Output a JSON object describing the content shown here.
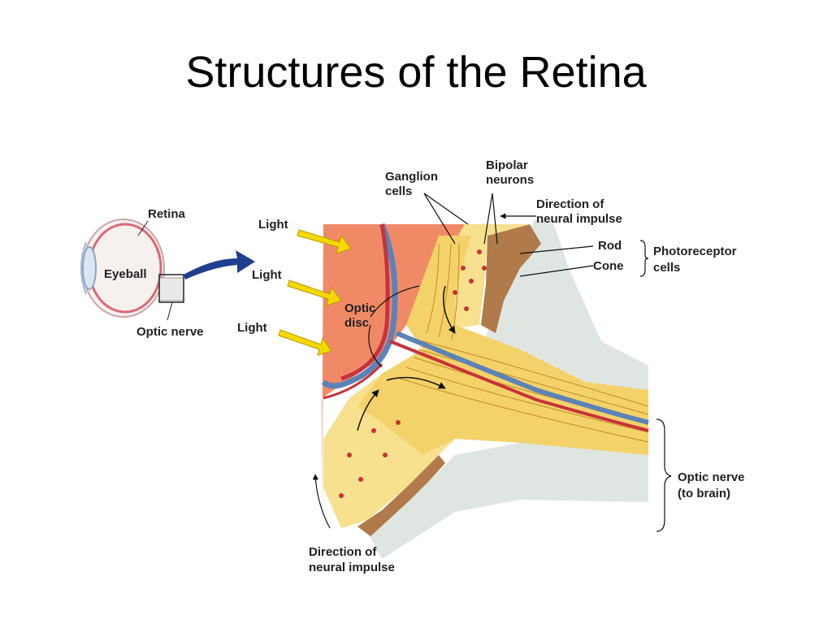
{
  "slide": {
    "title": "Structures of the Retina"
  },
  "labels": {
    "retina": "Retina",
    "eyeball": "Eyeball",
    "optic_nerve_small": "Optic nerve",
    "light": "Light",
    "optic_disc_line1": "Optic",
    "optic_disc_line2": "disc",
    "ganglion_line1": "Ganglion",
    "ganglion_line2": "cells",
    "bipolar_line1": "Bipolar",
    "bipolar_line2": "neurons",
    "direction_top_line1": "Direction of",
    "direction_top_line2": "neural impulse",
    "rod": "Rod",
    "cone": "Cone",
    "photoreceptor_line1": "Photoreceptor",
    "photoreceptor_line2": "cells",
    "optic_nerve_brain_line1": "Optic nerve",
    "optic_nerve_brain_line2": "(to brain)",
    "direction_bottom_line1": "Direction of",
    "direction_bottom_line2": "neural impulse"
  },
  "colors": {
    "vitreous": "#f08a66",
    "fibers": "#f4d26a",
    "fiber_lines": "#c9962e",
    "pigment": "#b07a4a",
    "sclera": "#dfe6e2",
    "vein": "#5c82b8",
    "artery": "#c8323a",
    "light_arrow": "#f5d800",
    "eye_arrow": "#1e3f8c"
  }
}
